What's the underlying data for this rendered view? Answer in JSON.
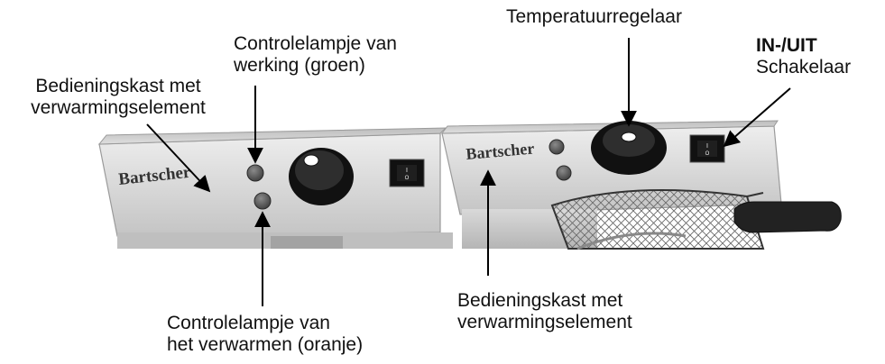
{
  "labels": {
    "control_box_left": [
      "Bedieningskast met",
      "verwarmingselement"
    ],
    "pilot_operation": [
      "Controlelampje van",
      "werking (groen)"
    ],
    "thermostat": "Temperatuurregelaar",
    "switch": {
      "title": "IN-/UIT",
      "subtitle": "Schakelaar"
    },
    "control_box_right": [
      "Bedieningskast met",
      "verwarmingselement"
    ],
    "pilot_heating": [
      "Controlelampje van",
      "het verwarmen (oranje)"
    ]
  },
  "brand": {
    "left": "Bartscher",
    "right": "Bartscher"
  },
  "switch_symbols": {
    "on": "I",
    "off": "O"
  },
  "colors": {
    "panel": "#d9d9d9",
    "panel_dark": "#a8a8a8",
    "knob": "#1c1c1c",
    "lamp": "#4a4a4a",
    "arrow": "#000000"
  }
}
